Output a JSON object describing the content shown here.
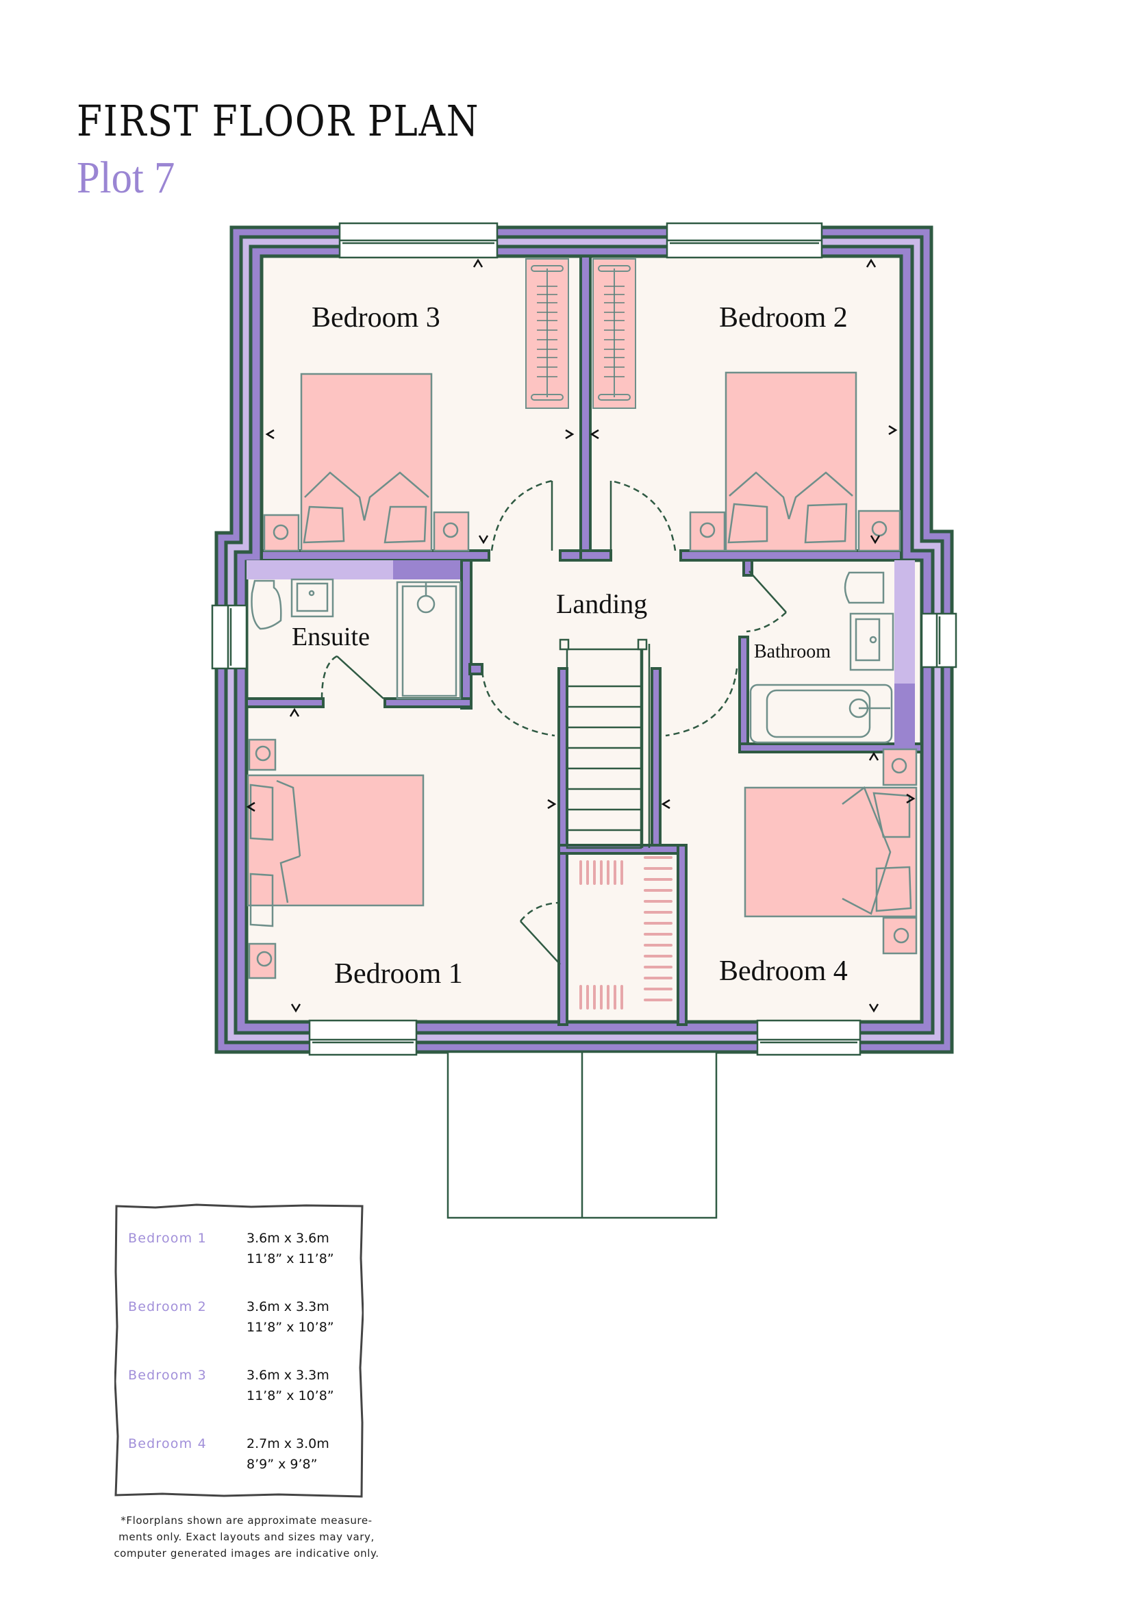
{
  "header": {
    "title": "FIRST FLOOR  PLAN",
    "subtitle": "Plot 7"
  },
  "colors": {
    "wall_dark": "#2f5a43",
    "wall_purple": "#9a84cf",
    "wall_lilac": "#cbb9e9",
    "floor": "#fbf6f1",
    "furniture_pink": "#fdc4c2",
    "furniture_outline": "#6e8f8a",
    "subtitle_purple": "#9a85d3"
  },
  "rooms": {
    "bedroom3": "Bedroom 3",
    "bedroom2": "Bedroom 2",
    "landing": "Landing",
    "ensuite": "Ensuite",
    "bathroom": "Bathroom",
    "bedroom1": "Bedroom 1",
    "bedroom4": "Bedroom 4"
  },
  "legend": [
    {
      "room": "Bedroom 1",
      "metric": "3.6m x 3.6m",
      "imperial": "11’8” x 11’8”"
    },
    {
      "room": "Bedroom 2",
      "metric": "3.6m x 3.3m",
      "imperial": "11’8” x 10’8”"
    },
    {
      "room": "Bedroom 3",
      "metric": "3.6m x 3.3m",
      "imperial": "11’8” x 10’8”"
    },
    {
      "room": "Bedroom 4",
      "metric": "2.7m x 3.0m",
      "imperial": "8’9” x 9’8”"
    }
  ],
  "disclaimer": {
    "line1": "*Floorplans shown are approximate measure-",
    "line2": "ments only. Exact layouts and sizes may vary,",
    "line3": "computer generated images are indicative only."
  }
}
